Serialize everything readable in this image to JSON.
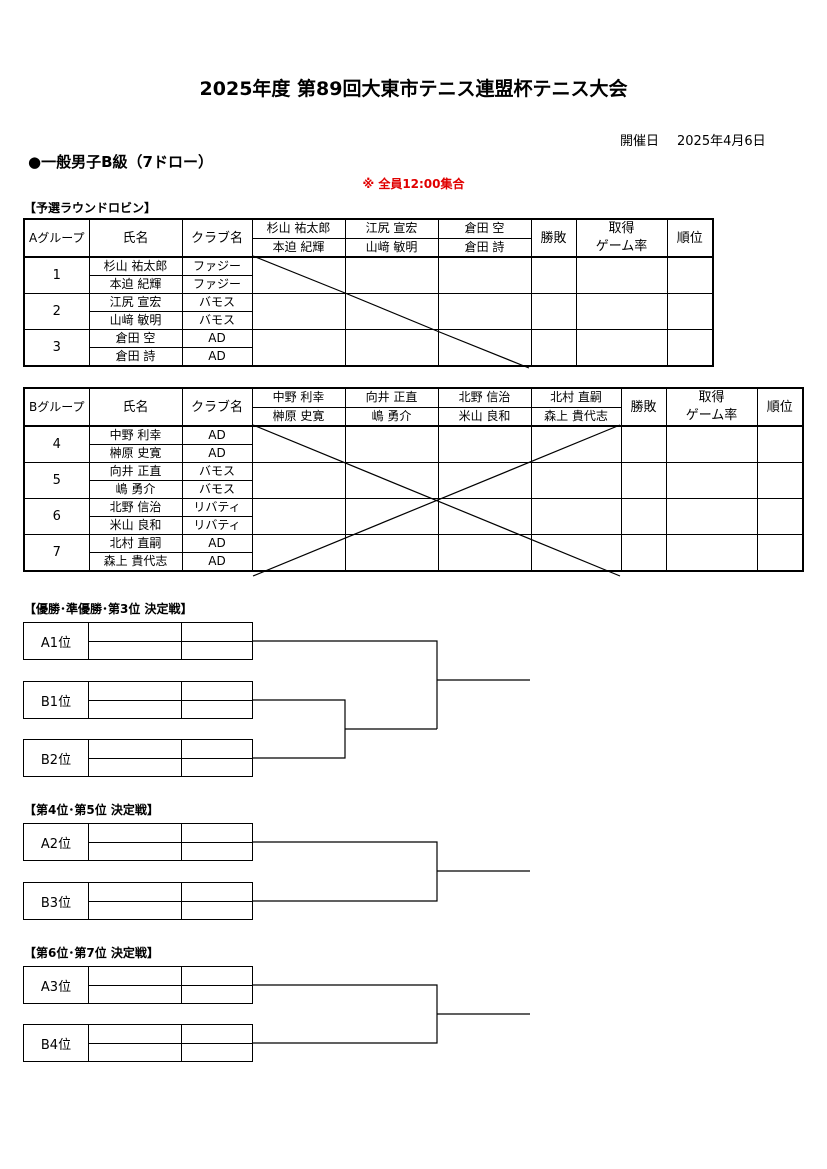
{
  "title": "2025年度 第89回大東市テニス連盟杯テニス大会",
  "date": {
    "label": "開催日",
    "value": "2025年4月6日"
  },
  "category": "●一般男子B級（7ドロー）",
  "notice": "※ 全員12:00集合",
  "round_robin_title": "【予選ラウンドロビン】",
  "headers": {
    "name": "氏名",
    "club": "クラブ名",
    "winloss": "勝敗",
    "rate1": "取得",
    "rate2": "ゲーム率",
    "rank": "順位"
  },
  "group_a": {
    "label": "Aグループ",
    "pairs": [
      {
        "no": "1",
        "p1": "杉山 祐太郎",
        "p2": "本迫 紀輝",
        "c1": "ファジー",
        "c2": "ファジー",
        "h1": "杉山 祐太郎",
        "h2": "本迫 紀輝"
      },
      {
        "no": "2",
        "p1": "江尻 宣宏",
        "p2": "山﨑 敏明",
        "c1": "バモス",
        "c2": "バモス",
        "h1": "江尻 宣宏",
        "h2": "山﨑 敏明"
      },
      {
        "no": "3",
        "p1": "倉田 空",
        "p2": "倉田 詩",
        "c1": "AD",
        "c2": "AD",
        "h1": "倉田 空",
        "h2": "倉田 詩"
      }
    ]
  },
  "group_b": {
    "label": "Bグループ",
    "pairs": [
      {
        "no": "4",
        "p1": "中野 利幸",
        "p2": "榊原 史寛",
        "c1": "AD",
        "c2": "AD",
        "h1": "中野 利幸",
        "h2": "榊原 史寛"
      },
      {
        "no": "5",
        "p1": "向井 正直",
        "p2": "嶋 勇介",
        "c1": "バモス",
        "c2": "バモス",
        "h1": "向井 正直",
        "h2": "嶋 勇介"
      },
      {
        "no": "6",
        "p1": "北野 信治",
        "p2": "米山 良和",
        "c1": "リバティ",
        "c2": "リバティ",
        "h1": "北野 信治",
        "h2": "米山 良和"
      },
      {
        "no": "7",
        "p1": "北村 直嗣",
        "p2": "森上 貴代志",
        "c1": "AD",
        "c2": "AD",
        "h1": "北村 直嗣",
        "h2": "森上 貴代志"
      }
    ]
  },
  "final1": {
    "title": "【優勝･準優勝･第3位 決定戦】",
    "slots": [
      "A1位",
      "B1位",
      "B2位"
    ]
  },
  "final2": {
    "title": "【第4位･第5位 決定戦】",
    "slots": [
      "A2位",
      "B3位"
    ]
  },
  "final3": {
    "title": "【第6位･第7位 決定戦】",
    "slots": [
      "A3位",
      "B4位"
    ]
  }
}
